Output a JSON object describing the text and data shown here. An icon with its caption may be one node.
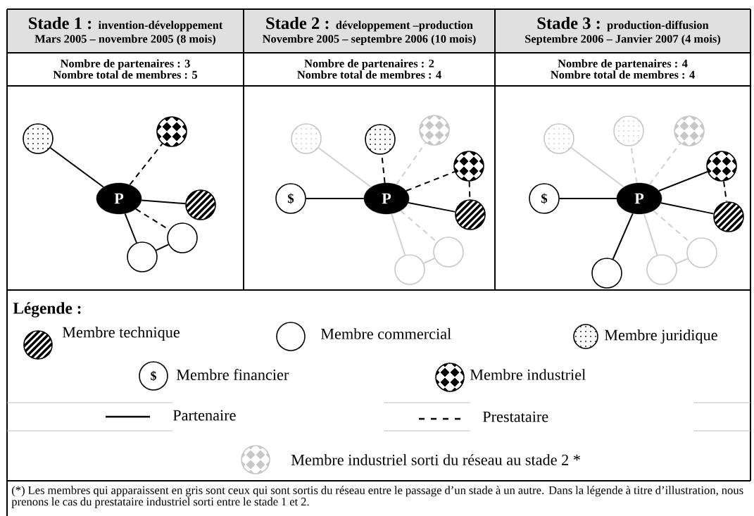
{
  "diagram": {
    "nodes": [
      {
        "text": [],
        "shape": "circle"
      },
      {
        "text": [],
        "shape": "circle"
      },
      {
        "text": [
          "P"
        ]
      },
      {
        "text": [],
        "shape": "circle"
      },
      {
        "text": [],
        "shape": "circle"
      },
      {
        "text": [],
        "shape": "circle"
      },
      {
        "text": [],
        "shape": "circle"
      },
      {
        "text": [],
        "shape": "circle"
      },
      {
        "text": [],
        "shape": "circle"
      },
      {
        "text": [],
        "shape": "circle"
      },
      {
        "text": [
          "$"
        ]
      },
      {
        "text": [
          "P"
        ]
      },
      {
        "text": [],
        "shape": "circle"
      },
      {
        "text": [],
        "shape": "circle"
      },
      {
        "text": [],
        "shape": "circle"
      },
      {
        "text": [],
        "shape": "circle"
      },
      {
        "text": [],
        "shape": "circle"
      },
      {
        "text": [],
        "shape": "circle"
      },
      {
        "text": [],
        "shape": "circle"
      },
      {
        "text": [
          "$"
        ]
      },
      {
        "text": [
          "P"
        ]
      },
      {
        "text": [],
        "shape": "circle"
      },
      {
        "text": [],
        "shape": "circle"
      },
      {
        "text": [],
        "shape": "circle"
      },
      {
        "text": [],
        "shape": "circle"
      }
    ],
    "edges": [
      {
        "from": 2,
        "to": 0,
        "arrow": "none"
      },
      {
        "from": 2,
        "to": 1,
        "arrow": "none",
        "style": "dashed"
      },
      {
        "from": 2,
        "to": 3,
        "arrow": "none"
      },
      {
        "from": 2,
        "to": 4,
        "arrow": "none",
        "style": "dashed"
      },
      {
        "from": 2,
        "to": 5,
        "arrow": "none"
      },
      {
        "from": 5,
        "to": 4,
        "arrow": "none"
      },
      {
        "from": 11,
        "to": 6,
        "arrow": "none",
        "color": "#d0d0d0"
      },
      {
        "from": 11,
        "to": 7,
        "arrow": "none",
        "style": "dashed",
        "color": "#d0d0d0"
      },
      {
        "from": 11,
        "to": 13,
        "arrow": "none",
        "style": "dashed",
        "color": "#d0d0d0"
      },
      {
        "from": 11,
        "to": 14,
        "arrow": "none",
        "color": "#d0d0d0"
      },
      {
        "from": 14,
        "to": 13,
        "arrow": "none",
        "color": "#d0d0d0"
      },
      {
        "from": 10,
        "to": 11,
        "arrow": "none"
      },
      {
        "from": 11,
        "to": 8,
        "arrow": "none",
        "style": "dashed"
      },
      {
        "from": 11,
        "to": 9,
        "arrow": "none",
        "style": "dashed"
      },
      {
        "from": 9,
        "to": 12,
        "arrow": "none",
        "style": "dashed"
      },
      {
        "from": 11,
        "to": 12,
        "arrow": "none"
      },
      {
        "from": 20,
        "to": 15,
        "arrow": "none",
        "color": "#d0d0d0"
      },
      {
        "from": 20,
        "to": 16,
        "arrow": "none",
        "style": "dashed",
        "color": "#d0d0d0"
      },
      {
        "from": 20,
        "to": 17,
        "arrow": "none",
        "style": "dashed",
        "color": "#d0d0d0"
      },
      {
        "from": 20,
        "to": 22,
        "arrow": "none",
        "style": "dashed",
        "color": "#d0d0d0"
      },
      {
        "from": 20,
        "to": 23,
        "arrow": "none",
        "color": "#d0d0d0"
      },
      {
        "from": 23,
        "to": 22,
        "arrow": "none",
        "color": "#d0d0d0"
      },
      {
        "from": 19,
        "to": 20,
        "arrow": "none"
      },
      {
        "from": 20,
        "to": 18,
        "arrow": "none"
      },
      {
        "from": 20,
        "to": 21,
        "arrow": "none"
      },
      {
        "from": 18,
        "to": 21,
        "arrow": "none",
        "style": "dashed"
      },
      {
        "from": 20,
        "to": 24,
        "arrow": "none"
      }
    ],
    "labels": [
      "Stade 1 :",
      "invention-développement",
      "Mars 2005 – novembre 2005 (8 mois)",
      "Stade 2 :",
      "développement –production",
      "Novembre 2005 – septembre 2006 (10 mois)",
      "Stade 3 :",
      "production-diffusion",
      "Septembre 2006 – Janvier 2007 (4 mois)",
      "Nombre de partenaires : 3",
      "Nombre total de membres : 5",
      "Nombre de partenaires : 2",
      "Nombre total de membres : 4",
      "Nombre de partenaires : 4",
      "Nombre total de membres : 4",
      "Légende :",
      "$",
      "(*) Les membres qui apparaissent en gris sont ceux qui sont sortis du réseau entre le passage d’un stade à un autre. Dans la légende à titre d’illustration, nous prenons le cas du prestataire industriel sorti entre le stade 1 et 2."
    ],
    "legend": [
      {
        "text": "Membre technique"
      },
      {
        "text": "Membre commercial"
      },
      {
        "text": "Membre juridique"
      },
      {
        "text": "Membre financier"
      },
      {
        "text": "Membre industriel"
      },
      {
        "text": "Partenaire"
      },
      {
        "text": "Prestataire"
      },
      {
        "text": "Membre industriel sorti du réseau au stade 2 *"
      }
    ]
  }
}
